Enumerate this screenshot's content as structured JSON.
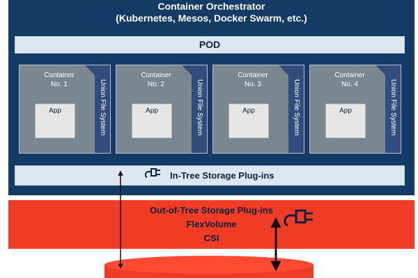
{
  "orchestrator": {
    "title": "Container Orchestrator",
    "subtitle": "(Kubernetes, Mesos, Docker Swarm, etc.)"
  },
  "pod": {
    "label": "POD"
  },
  "containers": [
    {
      "line1": "Container",
      "line2": "No. 1",
      "app": "App",
      "union": "Union File System"
    },
    {
      "line1": "Container",
      "line2": "No. 2",
      "app": "App",
      "union": "Union File System"
    },
    {
      "line1": "Container",
      "line2": "No. 3",
      "app": "App",
      "union": "Union File System"
    },
    {
      "line1": "Container",
      "line2": "No. 4",
      "app": "App",
      "union": "Union File System"
    }
  ],
  "in_tree": {
    "label": "In-Tree Storage Plug-ins"
  },
  "out_of_tree": {
    "line1": "Out-of-Tree Storage Plug-ins",
    "line2": "FlexVolume",
    "line3": "CSI"
  },
  "icons": {
    "plug": "plug-icon",
    "storage": "storage-cylinder"
  },
  "colors": {
    "orchestrator_bg": "#143a66",
    "bar_bg": "#dde7f0",
    "container_bg": "#7b8790",
    "union_strip": "#314d7d",
    "out_of_tree_bg": "#f03c24",
    "text_dark": "#0f2142"
  }
}
